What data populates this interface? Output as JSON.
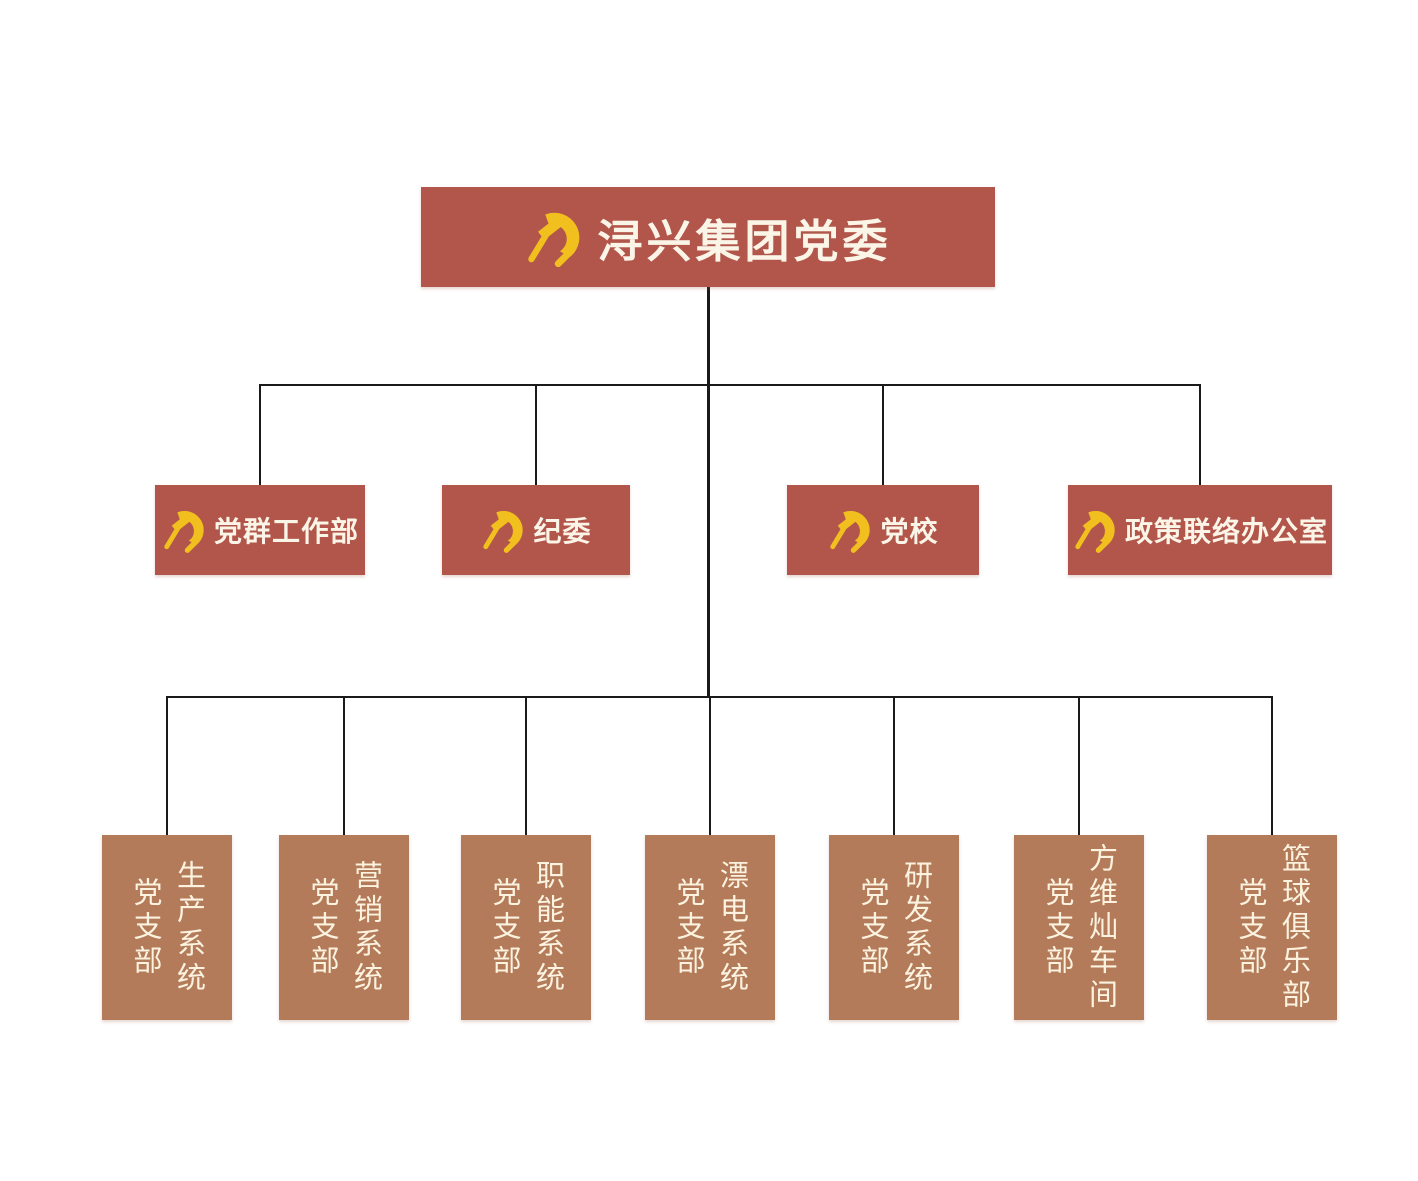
{
  "diagram": {
    "root": {
      "label": "浔兴集团党委"
    },
    "level2": [
      {
        "label": "党群工作部"
      },
      {
        "label": "纪委"
      },
      {
        "label": "党校"
      },
      {
        "label": "政策联络办公室"
      }
    ],
    "level3": [
      {
        "label": "生产系统\n党支部"
      },
      {
        "label": "营销系统\n党支部"
      },
      {
        "label": "职能系统\n党支部"
      },
      {
        "label": "漂电系统\n党支部"
      },
      {
        "label": "研发系统\n党支部"
      },
      {
        "label": "方维灿车间\n党支部"
      },
      {
        "label": "篮球俱乐部\n党支部"
      }
    ],
    "colors": {
      "committee_box_red": "#b2564b",
      "branch_box_brown": "#b37b59",
      "emblem_gold": "#f2c01e",
      "text_cream": "#fbf5e8",
      "connector_black": "#1a1a1a",
      "background": "#ffffff"
    }
  }
}
